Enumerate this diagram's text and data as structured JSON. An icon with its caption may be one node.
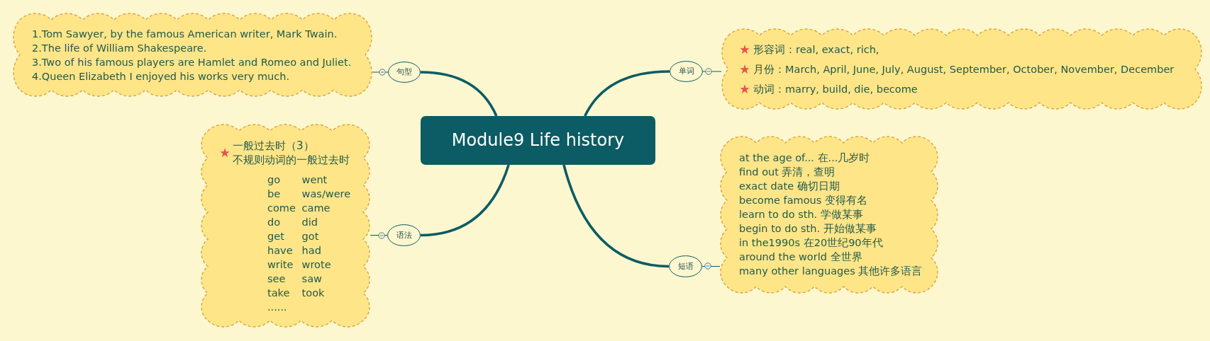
{
  "diagram": {
    "nodes": [
      {
        "text": [
          "Module9 Life history"
        ]
      },
      {
        "text": [
          "句型"
        ]
      },
      {
        "text": [
          "1.Tom Sawyer, by the famous American writer, Mark Twain.",
          "2.The life of William Shakespeare.",
          "3.Two of his famous players are Hamlet and Romeo and Juliet.",
          "4.Queen Elizabeth I enjoyed his works very much."
        ]
      },
      {
        "text": [
          "单词"
        ]
      },
      {
        "text": [
          "形容词：real, exact, rich,",
          "月份：March, April, June, July, August, September, October, November, December",
          "动词：marry, build, die, become"
        ]
      },
      {
        "text": [
          "语法"
        ]
      },
      {
        "text": [
          "一般过去时（3）",
          "不规则动词的一般过去时",
          "go went",
          "be was/were",
          "come came",
          "do did",
          "get got",
          "have had",
          "write wrote",
          "see saw",
          "take took",
          "......"
        ]
      },
      {
        "text": [
          "短语"
        ]
      },
      {
        "text": [
          "at the age of... 在...几岁时",
          "find out 弄清，查明",
          "exact date 确切日期",
          "become famous 变得有名",
          "learn to do sth. 学做某事",
          "begin to do sth. 开始做某事",
          "in the1990s 在20世纪90年代",
          "around the world 全世界",
          "many other languages 其他许多语言"
        ]
      }
    ],
    "edges": [
      {
        "from": 0,
        "to": 1,
        "arrow": "none",
        "style": "thick"
      },
      {
        "from": 1,
        "to": 2,
        "arrow": "none"
      },
      {
        "from": 0,
        "to": 3,
        "arrow": "none",
        "style": "thick"
      },
      {
        "from": 3,
        "to": 4,
        "arrow": "none"
      },
      {
        "from": 0,
        "to": 5,
        "arrow": "none",
        "style": "thick"
      },
      {
        "from": 5,
        "to": 6,
        "arrow": "none"
      },
      {
        "from": 0,
        "to": 7,
        "arrow": "none",
        "style": "thick"
      },
      {
        "from": 7,
        "to": 8,
        "arrow": "none"
      }
    ]
  }
}
